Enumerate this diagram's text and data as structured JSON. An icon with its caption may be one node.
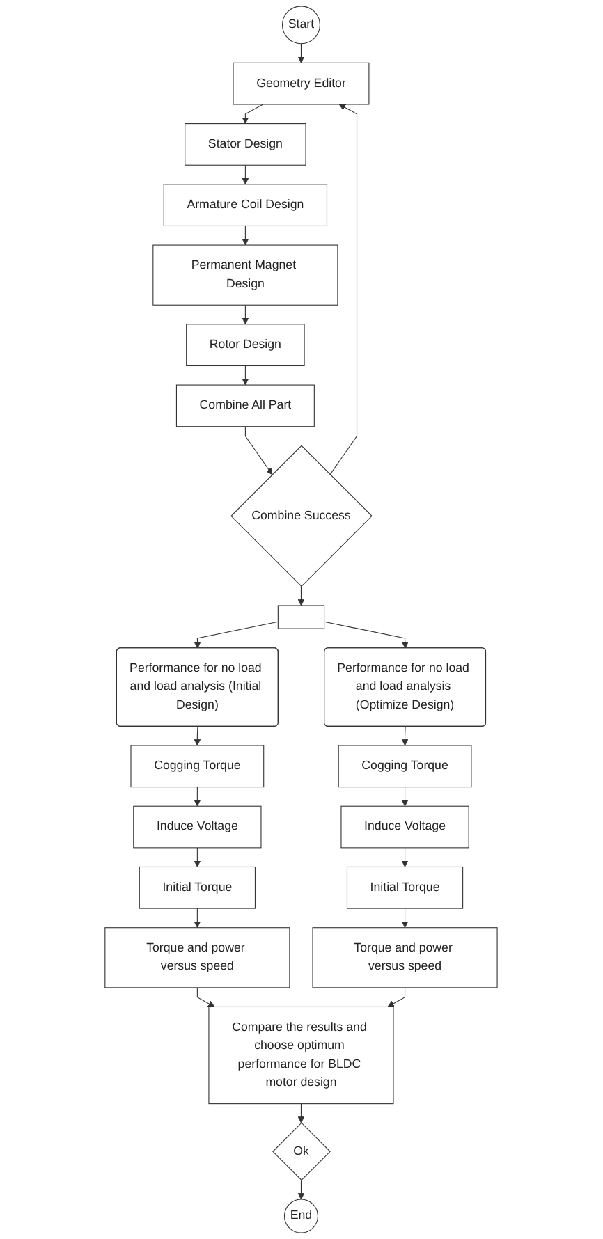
{
  "diagram": {
    "nodes": [
      {
        "text": [
          "Start"
        ]
      },
      {
        "text": [
          "Geometry Editor"
        ]
      },
      {
        "text": [
          "Stator Design"
        ]
      },
      {
        "text": [
          "Armature Coil Design"
        ]
      },
      {
        "text": [
          "Permanent Magnet Design"
        ]
      },
      {
        "text": [
          "Rotor Design"
        ]
      },
      {
        "text": [
          "Combine All Part"
        ]
      },
      {
        "text": [
          "Combine Success"
        ]
      },
      {
        "text": [],
        "shape": "box"
      },
      {
        "text": [
          "Performance for no load and load analysis (Initial Design)"
        ]
      },
      {
        "text": [
          "Performance for no load and load analysis (Optimize Design)"
        ]
      },
      {
        "text": [
          "Cogging Torque"
        ]
      },
      {
        "text": [
          "Cogging Torque"
        ]
      },
      {
        "text": [
          "Induce Voltage"
        ]
      },
      {
        "text": [
          "Induce Voltage"
        ]
      },
      {
        "text": [
          "Initial Torque"
        ]
      },
      {
        "text": [
          "Initial Torque"
        ]
      },
      {
        "text": [
          "Torque and power versus speed"
        ]
      },
      {
        "text": [
          "Torque and power versus speed"
        ]
      },
      {
        "text": [
          "Compare the results and choose optimum performance for BLDC motor design"
        ]
      },
      {
        "text": [
          "Ok"
        ]
      },
      {
        "text": [
          "End"
        ]
      }
    ],
    "edges": [
      {
        "from": 0,
        "to": 1,
        "arrow": "to"
      },
      {
        "from": 1,
        "to": 2,
        "arrow": "to"
      },
      {
        "from": 2,
        "to": 3,
        "arrow": "to"
      },
      {
        "from": 3,
        "to": 4,
        "arrow": "to"
      },
      {
        "from": 4,
        "to": 5,
        "arrow": "to"
      },
      {
        "from": 5,
        "to": 6,
        "arrow": "to"
      },
      {
        "from": 6,
        "to": 7,
        "arrow": "to"
      },
      {
        "from": 7,
        "to": 1,
        "arrow": "to"
      },
      {
        "from": 7,
        "to": 8,
        "arrow": "to"
      },
      {
        "from": 8,
        "to": 9,
        "arrow": "to"
      },
      {
        "from": 8,
        "to": 10,
        "arrow": "to"
      },
      {
        "from": 9,
        "to": 11,
        "arrow": "to"
      },
      {
        "from": 11,
        "to": 13,
        "arrow": "to"
      },
      {
        "from": 13,
        "to": 15,
        "arrow": "to"
      },
      {
        "from": 15,
        "to": 17,
        "arrow": "to"
      },
      {
        "from": 10,
        "to": 12,
        "arrow": "to"
      },
      {
        "from": 12,
        "to": 14,
        "arrow": "to"
      },
      {
        "from": 14,
        "to": 16,
        "arrow": "to"
      },
      {
        "from": 16,
        "to": 18,
        "arrow": "to"
      },
      {
        "from": 17,
        "to": 19,
        "arrow": "to"
      },
      {
        "from": 18,
        "to": 19,
        "arrow": "to"
      },
      {
        "from": 19,
        "to": 20,
        "arrow": "to"
      },
      {
        "from": 20,
        "to": 21,
        "arrow": "to"
      }
    ]
  }
}
